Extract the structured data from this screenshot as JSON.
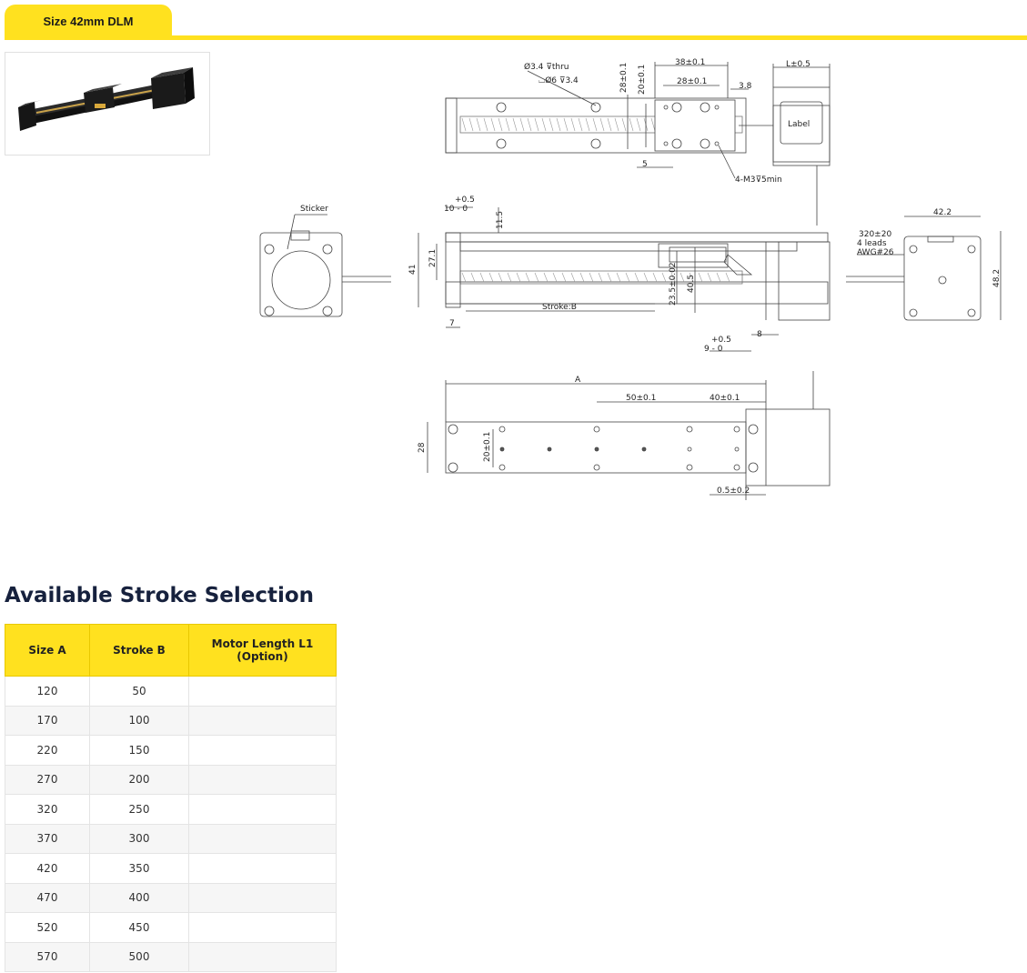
{
  "tab": {
    "label": "Size 42mm DLM"
  },
  "drawing": {
    "top_view": {
      "hole_callout_1": "Ø3.4 ⊽thru",
      "hole_callout_2": "⌴Ø6 ⊽3.4",
      "dim_28": "28±0.1",
      "dim_20": "20±0.1",
      "dim_38": "38±0.1",
      "dim_28b": "28±0.1",
      "dim_L": "L±0.5",
      "dim_3_8": "3.8",
      "motor_label": "Label",
      "dim_5": "5",
      "thread": "4-M3⊽5min"
    },
    "side_view": {
      "sticker": "Sticker",
      "tol_plus": "+0.5",
      "tol_base": "10 - 0",
      "dim_11_5": "11.5",
      "dim_41": "41",
      "dim_27_1": "27.1",
      "dim_23_5": "23.5±0.02",
      "dim_40_5": "40.5",
      "stroke": "Stroke:B",
      "dim_7": "7",
      "dim_8": "8",
      "tol_plus_2": "+0.5",
      "tol_base_2": "9 - 0",
      "cable_1": "320±20",
      "cable_2": "4 leads",
      "cable_3": "AWG#26",
      "dim_42_2": "42.2",
      "dim_48_2": "48.2"
    },
    "bottom_view": {
      "dim_A": "A",
      "dim_50": "50±0.1",
      "dim_40": "40±0.1",
      "dim_28": "28",
      "dim_20": "20±0.1",
      "dim_0_5": "0.5±0.2"
    }
  },
  "section_title": "Available Stroke Selection",
  "table": {
    "headers": [
      "Size A",
      "Stroke B",
      "Motor Length L1 (Option)"
    ],
    "rows": [
      [
        "120",
        "50",
        ""
      ],
      [
        "170",
        "100",
        ""
      ],
      [
        "220",
        "150",
        ""
      ],
      [
        "270",
        "200",
        ""
      ],
      [
        "320",
        "250",
        ""
      ],
      [
        "370",
        "300",
        ""
      ],
      [
        "420",
        "350",
        ""
      ],
      [
        "470",
        "400",
        ""
      ],
      [
        "520",
        "450",
        ""
      ],
      [
        "570",
        "500",
        ""
      ]
    ]
  }
}
